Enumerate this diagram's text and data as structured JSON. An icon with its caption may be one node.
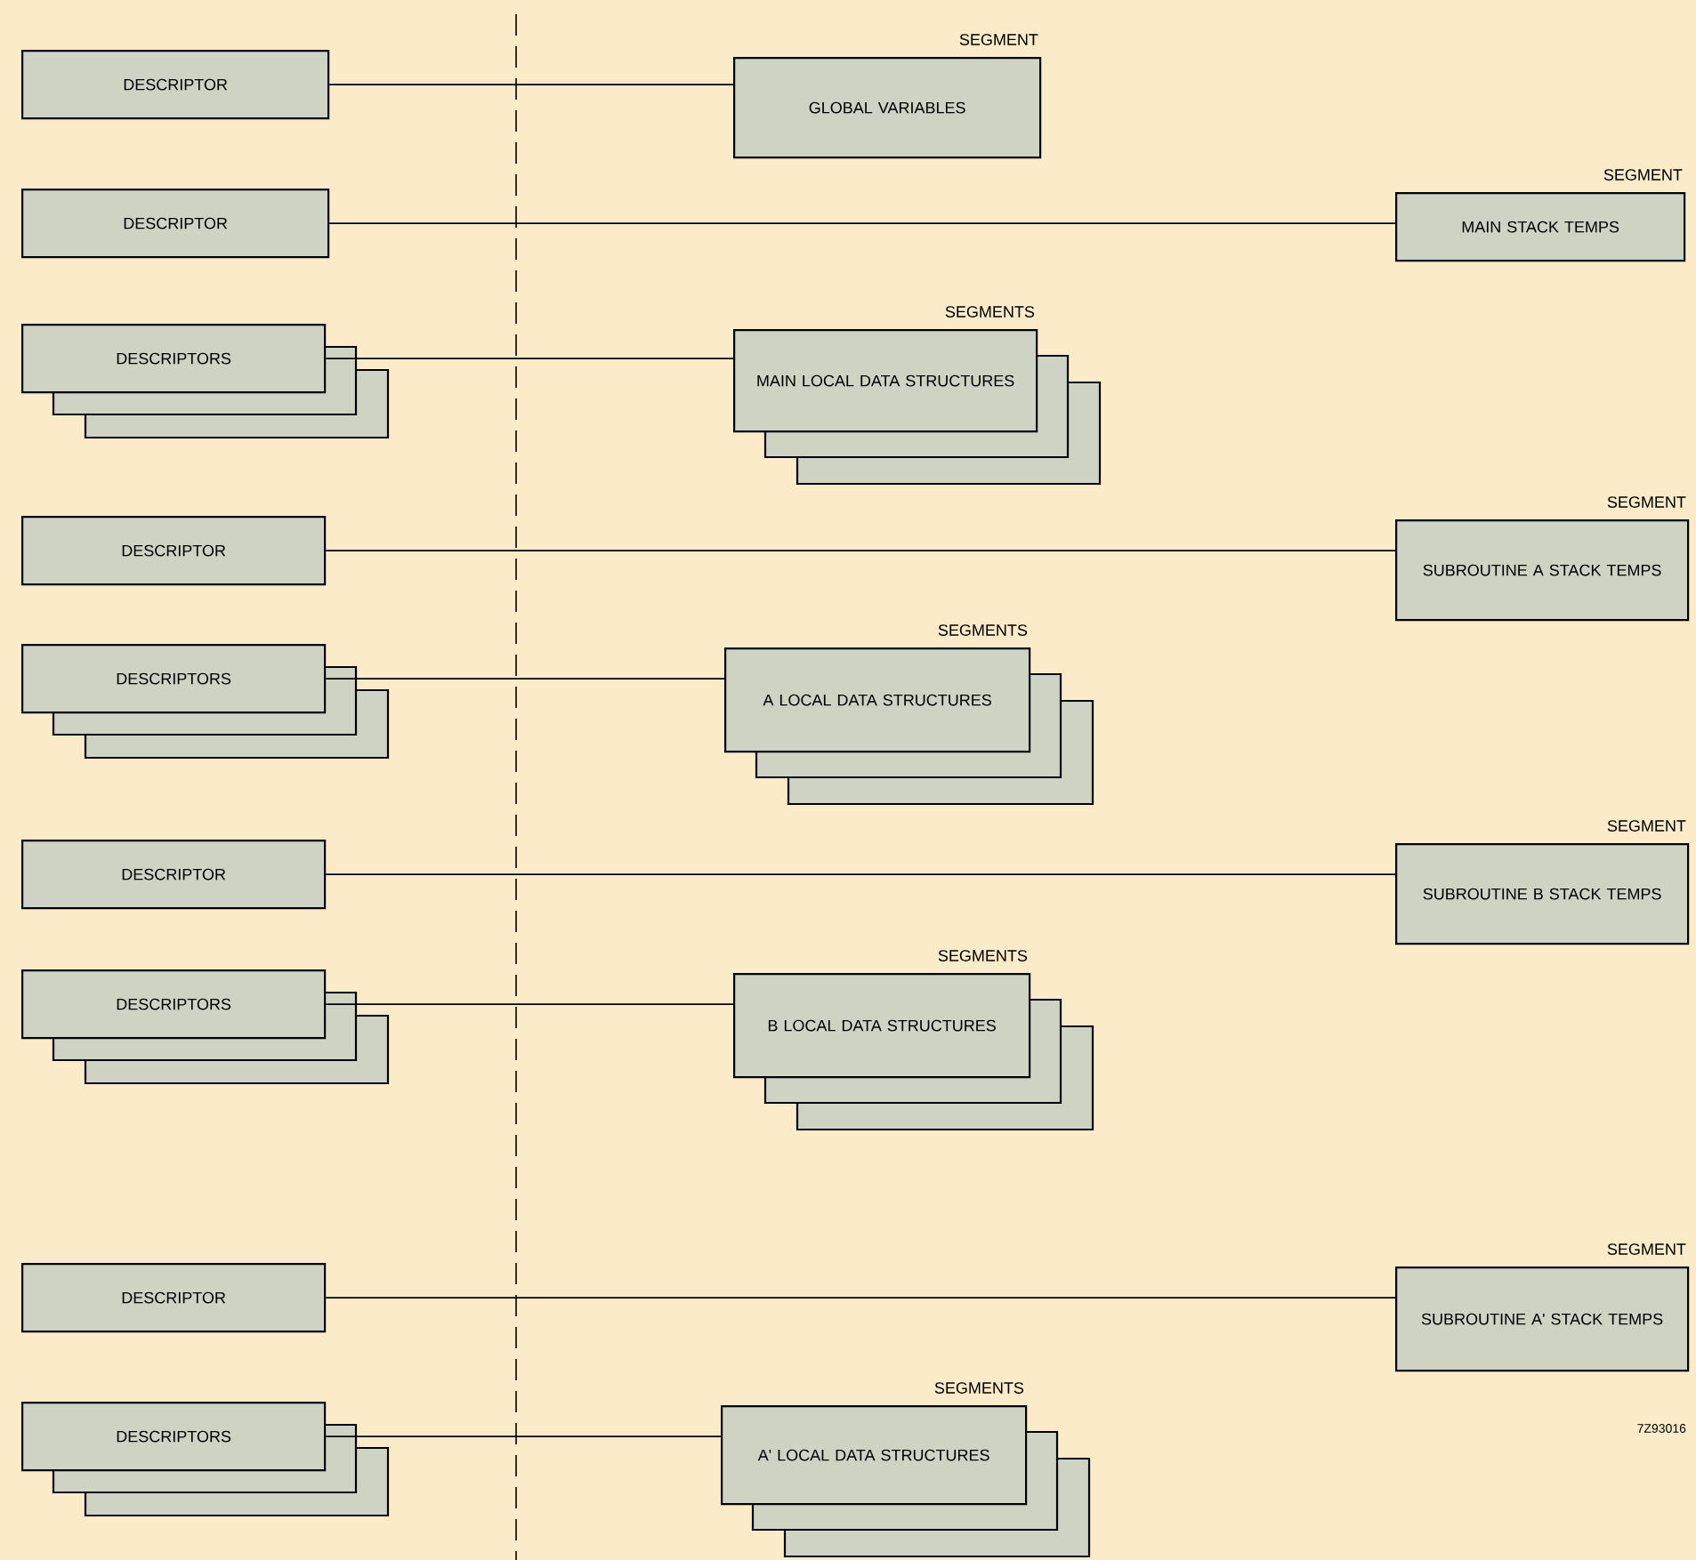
{
  "diagram": {
    "nodes": [
      {
        "text": [
          "DESCRIPTOR"
        ]
      },
      {
        "text": [
          "GLOBAL VARIABLES"
        ],
        "beside": [
          "SEGMENT"
        ]
      },
      {
        "text": [
          "DESCRIPTOR"
        ]
      },
      {
        "text": [
          "MAIN STACK TEMPS"
        ],
        "beside": [
          "SEGMENT"
        ]
      },
      {
        "text": [
          "DESCRIPTORS"
        ]
      },
      {
        "text": [
          "MAIN LOCAL DATA STRUCTURES"
        ],
        "beside": [
          "SEGMENTS"
        ]
      },
      {
        "text": [
          "DESCRIPTOR"
        ]
      },
      {
        "text": [
          "SUBROUTINE A STACK TEMPS"
        ],
        "beside": [
          "SEGMENT"
        ]
      },
      {
        "text": [
          "DESCRIPTORS"
        ]
      },
      {
        "text": [
          "A LOCAL DATA STRUCTURES"
        ],
        "beside": [
          "SEGMENTS"
        ]
      },
      {
        "text": [
          "DESCRIPTOR"
        ]
      },
      {
        "text": [
          "SUBROUTINE B STACK TEMPS"
        ],
        "beside": [
          "SEGMENT"
        ]
      },
      {
        "text": [
          "DESCRIPTORS"
        ]
      },
      {
        "text": [
          "B LOCAL DATA STRUCTURES"
        ],
        "beside": [
          "SEGMENTS"
        ]
      },
      {
        "text": [
          "DESCRIPTOR"
        ]
      },
      {
        "text": [
          "SUBROUTINE A' STACK TEMPS"
        ],
        "beside": [
          "SEGMENT"
        ]
      },
      {
        "text": [
          "DESCRIPTORS"
        ]
      },
      {
        "text": [
          "A' LOCAL DATA STRUCTURES"
        ],
        "beside": [
          "SEGMENTS"
        ]
      }
    ],
    "edges": [
      {
        "from": 0,
        "to": 1,
        "arrow": "none"
      },
      {
        "from": 2,
        "to": 3,
        "arrow": "none"
      },
      {
        "from": 4,
        "to": 5,
        "arrow": "none"
      },
      {
        "from": 6,
        "to": 7,
        "arrow": "none"
      },
      {
        "from": 8,
        "to": 9,
        "arrow": "none"
      },
      {
        "from": 10,
        "to": 11,
        "arrow": "none"
      },
      {
        "from": 12,
        "to": 13,
        "arrow": "none"
      },
      {
        "from": 14,
        "to": 15,
        "arrow": "none"
      },
      {
        "from": 16,
        "to": 17,
        "arrow": "none"
      }
    ],
    "labels": [
      "7Z93016"
    ]
  }
}
